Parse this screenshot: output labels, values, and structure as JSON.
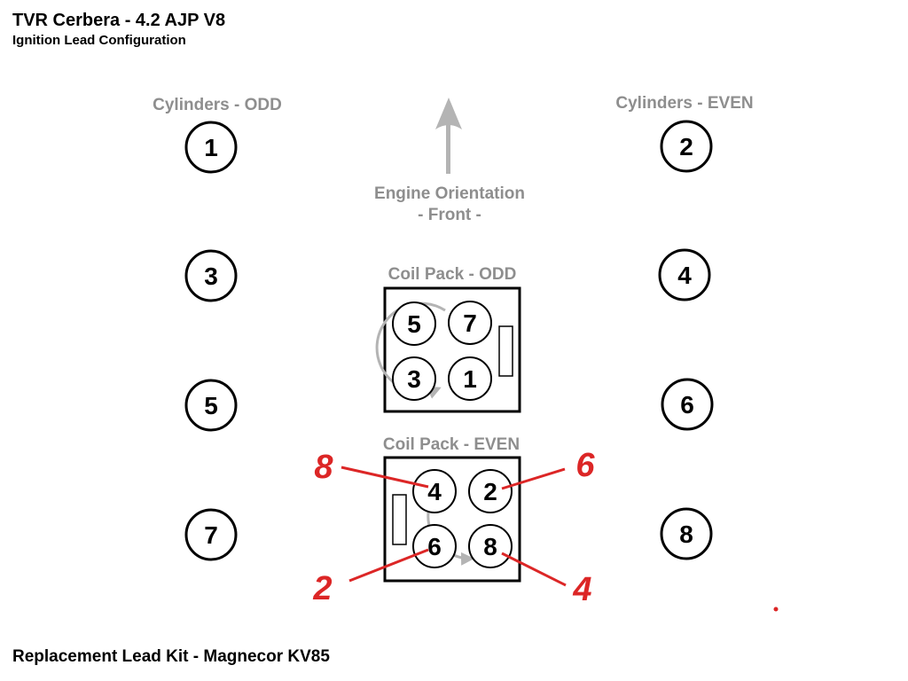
{
  "header": {
    "title": "TVR Cerbera - 4.2 AJP V8",
    "subtitle": "Ignition Lead Configuration"
  },
  "footer": {
    "text": "Replacement Lead Kit - Magnecor KV85"
  },
  "cylinders": {
    "odd_label": "Cylinders - ODD",
    "even_label": "Cylinders - EVEN",
    "odd": [
      "1",
      "3",
      "5",
      "7"
    ],
    "even": [
      "2",
      "4",
      "6",
      "8"
    ]
  },
  "orientation": {
    "line1": "Engine Orientation",
    "line2": "- Front -"
  },
  "coil_odd": {
    "label": "Coil Pack - ODD",
    "terminals": [
      "5",
      "7",
      "3",
      "1"
    ]
  },
  "coil_even": {
    "label": "Coil Pack - EVEN",
    "terminals": [
      "4",
      "2",
      "6",
      "8"
    ],
    "lead_labels": [
      "8",
      "6",
      "2",
      "4"
    ]
  },
  "colors": {
    "lead_red": "#dc2626",
    "label_grey": "#8e8e8e",
    "arrow_grey": "#b4b4b4"
  }
}
